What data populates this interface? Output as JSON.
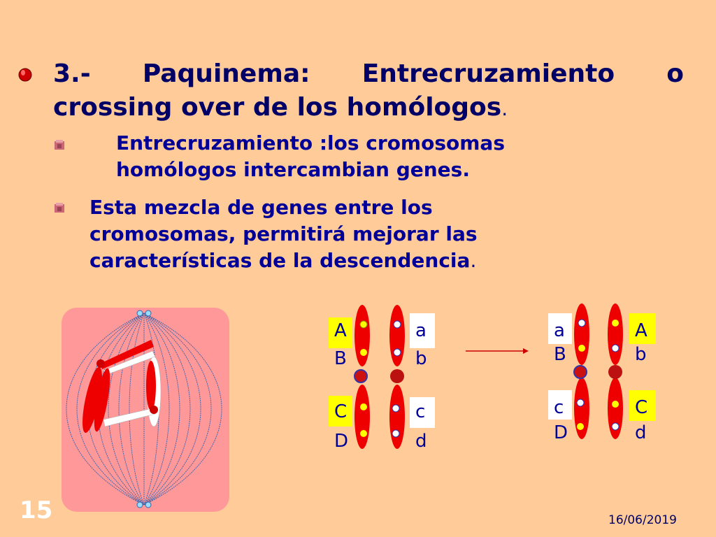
{
  "slide": {
    "title_line1_words": [
      "3.-",
      "Paquinema:",
      "Entrecruzamiento",
      "o"
    ],
    "title_line2": "crossing  over de los homólogos",
    "title_line2_end": ".",
    "bullets": [
      {
        "text_line1": "Entrecruzamiento :los cromosomas",
        "text_line2": "homólogos intercambian genes."
      },
      {
        "text_line1": "Esta mezcla de genes entre los",
        "text_line2": "cromosomas, permitirá mejorar las",
        "text_line3": "características de la descendencia",
        "text_end": "."
      }
    ],
    "slide_number": "15",
    "date": "16/06/2019"
  },
  "diagram": {
    "before": {
      "chrom1_top": [
        "A",
        "B"
      ],
      "chrom1_bottom": [
        "C",
        "D"
      ],
      "chrom2_top": [
        "a",
        "b"
      ],
      "chrom2_bottom": [
        "c",
        "d"
      ]
    },
    "after": {
      "chrom1_top": [
        "a",
        "B"
      ],
      "chrom1_bottom": [
        "c",
        "D"
      ],
      "chrom2_top": [
        "A",
        "b"
      ],
      "chrom2_bottom": [
        "C",
        "d"
      ]
    }
  },
  "colors": {
    "background": "#FFCC99",
    "title": "#000066",
    "chromosome": "#EE0000",
    "highlight": "#FFFF00",
    "spindle_bg": "#FF9999",
    "spindle_lines": "#4466AA"
  }
}
